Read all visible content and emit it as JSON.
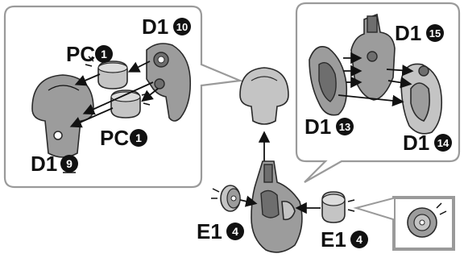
{
  "left_panel": {
    "labels": [
      {
        "id": "d1-10",
        "prefix": "D1",
        "number": "10"
      },
      {
        "id": "pc-top",
        "prefix": "PC",
        "number": "1"
      },
      {
        "id": "pc-bottom",
        "prefix": "PC",
        "number": "1"
      },
      {
        "id": "d1-9",
        "prefix": "D1",
        "number": "9"
      }
    ]
  },
  "right_panel": {
    "labels": [
      {
        "id": "d1-15",
        "prefix": "D1",
        "number": "15"
      },
      {
        "id": "d1-13",
        "prefix": "D1",
        "number": "13"
      },
      {
        "id": "d1-14",
        "prefix": "D1",
        "number": "14"
      }
    ]
  },
  "bottom": {
    "labels": [
      {
        "id": "e1-left",
        "prefix": "E1",
        "number": "4"
      },
      {
        "id": "e1-right",
        "prefix": "E1",
        "number": "4"
      }
    ]
  },
  "colors": {
    "part_fill": "#9c9c9c",
    "part_light": "#c4c4c4",
    "outline": "#2a2a2a",
    "number_badge": "#111111",
    "panel_border": "#9a9a9a"
  }
}
